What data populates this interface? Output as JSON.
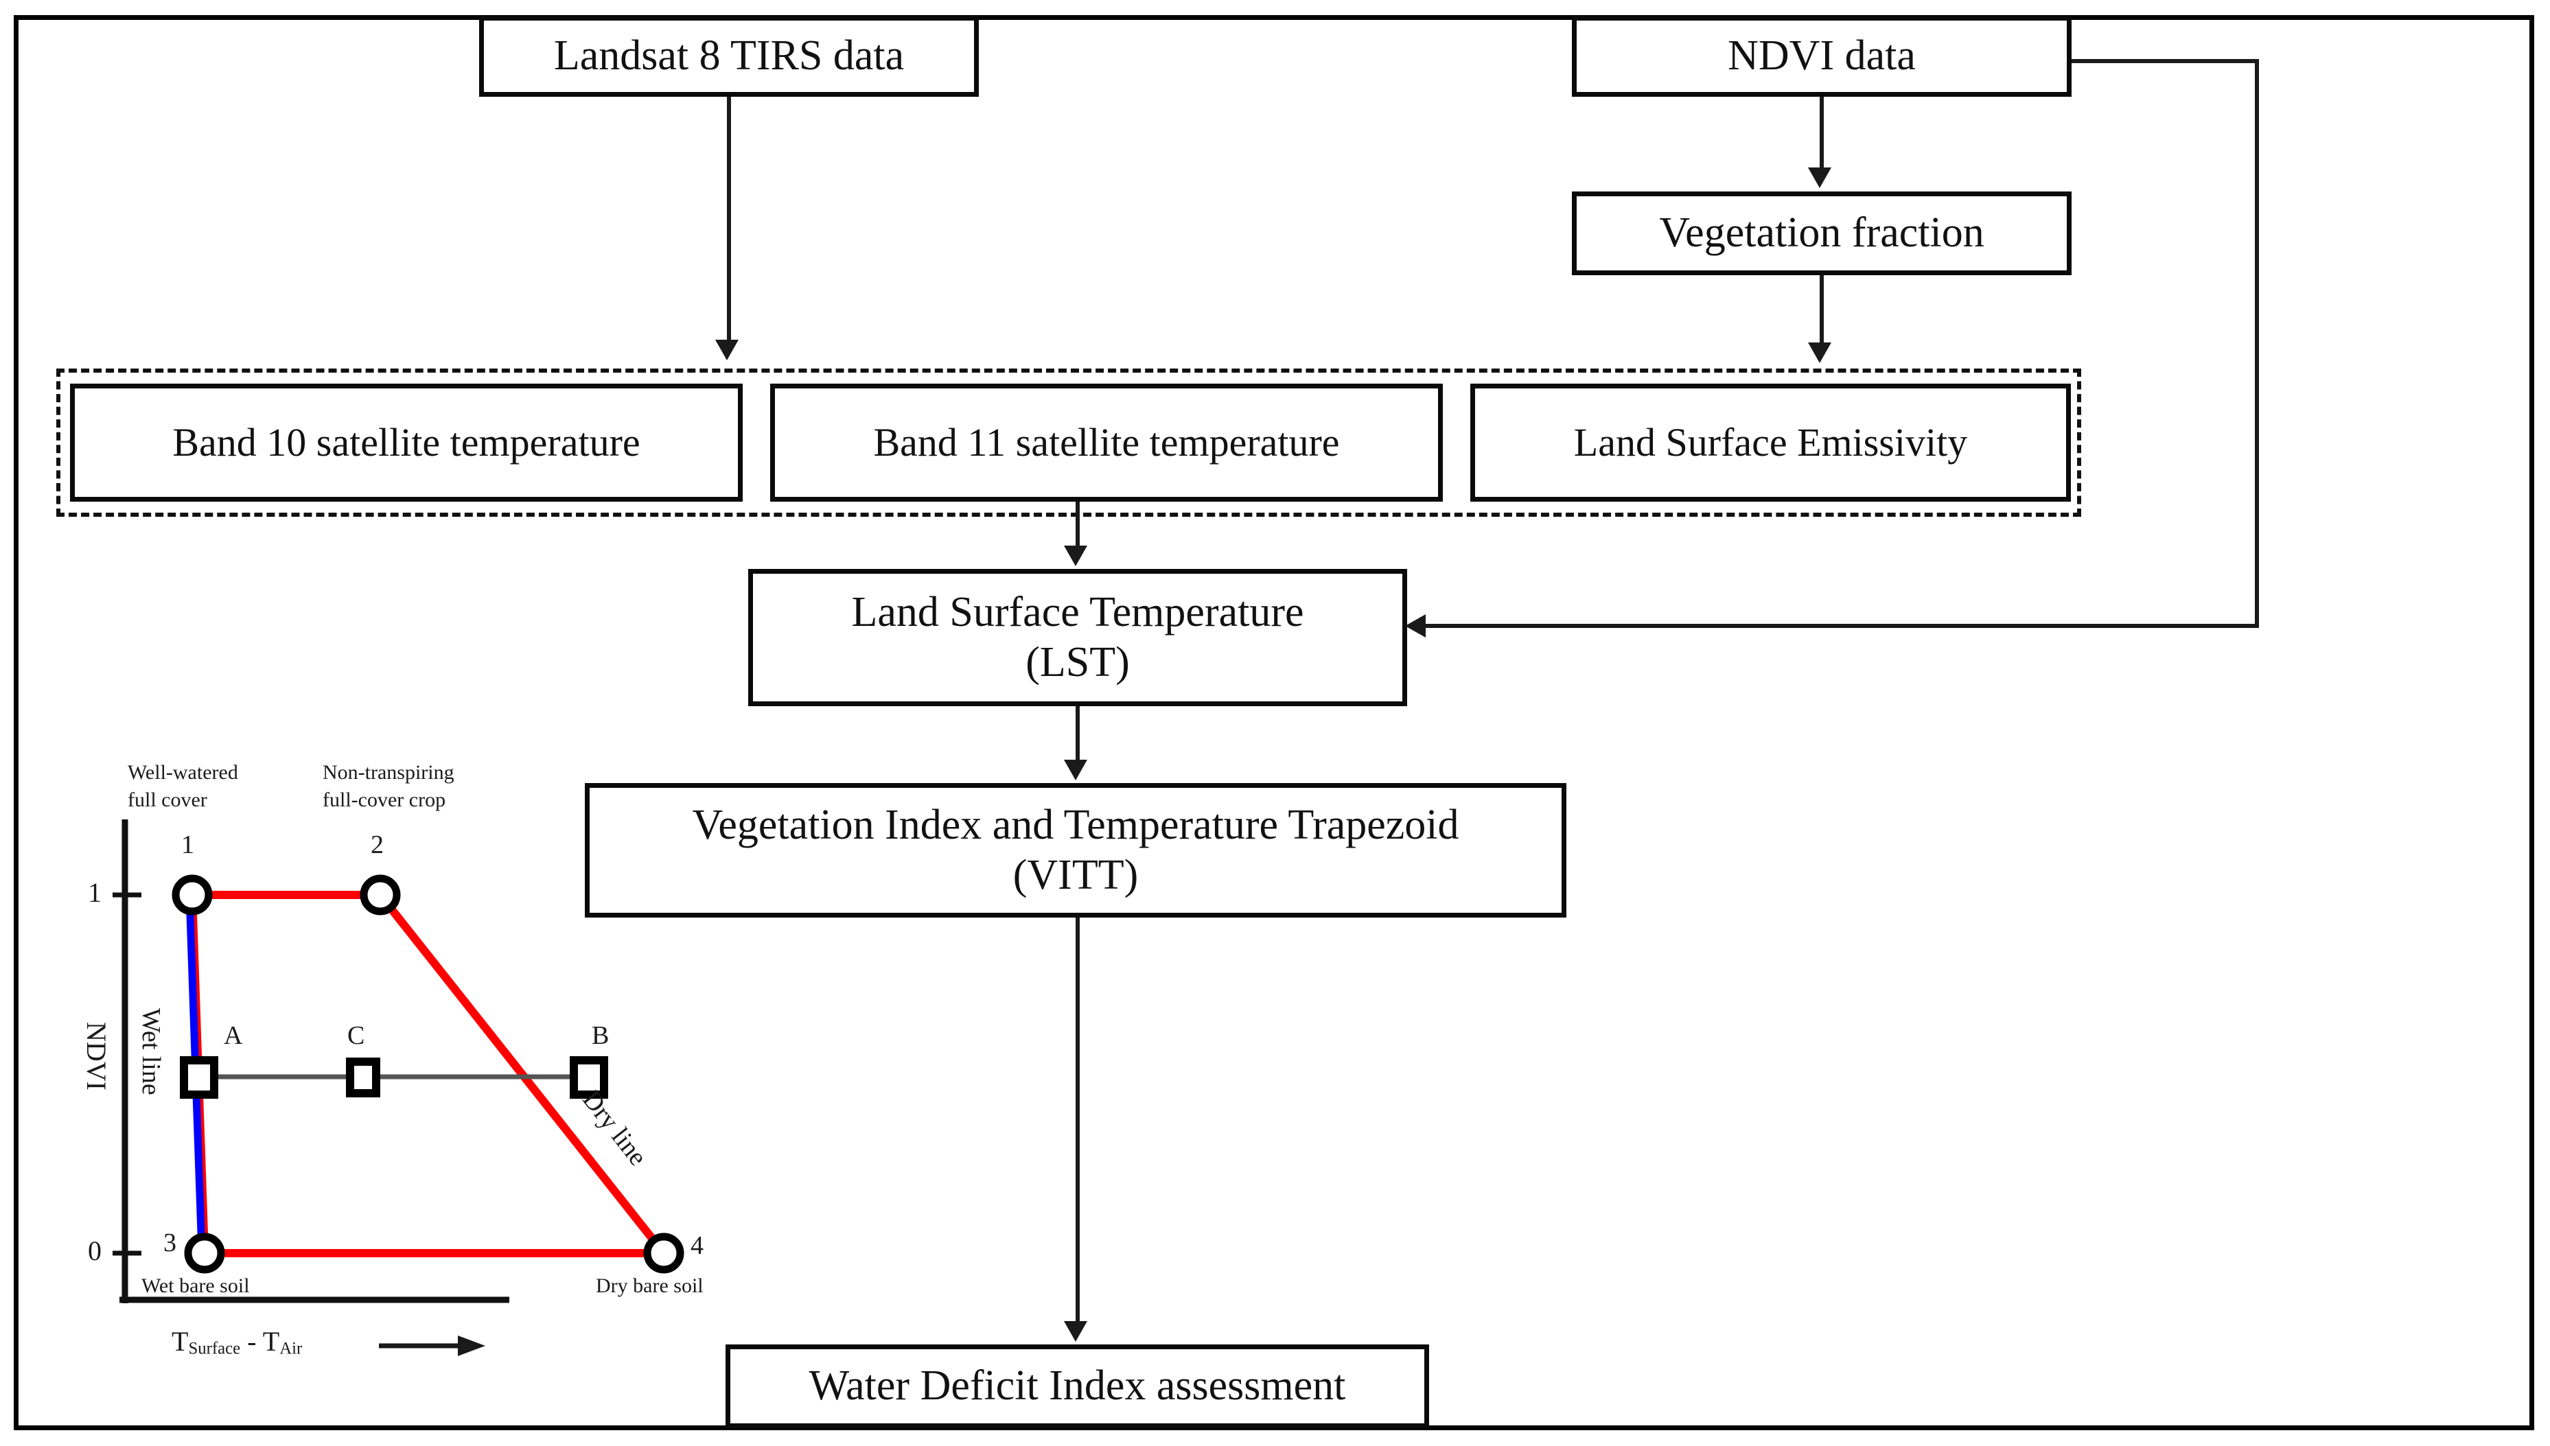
{
  "diagram": {
    "title": "Water Deficit Index workflow using Landsat 8 TIRS and NDVI",
    "nodes": {
      "landsat": "Landsat 8 TIRS data",
      "ndvi": "NDVI data",
      "veg_fraction": "Vegetation fraction",
      "band10": "Band 10 satellite temperature",
      "band11": "Band 11 satellite temperature",
      "emissivity": "Land Surface Emissivity",
      "lst_line1": "Land Surface Temperature",
      "lst_line2": "(LST)",
      "vitt_line1": "Vegetation Index and Temperature Trapezoid",
      "vitt_line2": "(VITT)",
      "wdi": "Water Deficit Index assessment"
    }
  },
  "chart_data": {
    "type": "scatter",
    "title": "",
    "xlabel_parts": {
      "t1": "T",
      "sub1": "Surface",
      "minus": " - ",
      "t2": "T",
      "sub2": "Air"
    },
    "ylabel": "NDVI",
    "yticks": [
      "1",
      "0"
    ],
    "ylim": [
      0,
      1
    ],
    "grid": false,
    "vertices": [
      {
        "id": "1",
        "label": "1",
        "x": 0.0,
        "y": 1.0,
        "caption": "Well-watered\nfull cover",
        "caption_line1": "Well-watered",
        "caption_line2": "full cover",
        "marker": "circle"
      },
      {
        "id": "2",
        "label": "2",
        "x": 0.41,
        "y": 1.0,
        "caption_line1": "Non-transpiring",
        "caption_line2": "full-cover crop",
        "marker": "circle"
      },
      {
        "id": "3",
        "label": "3",
        "x": 0.03,
        "y": 0.0,
        "caption_line1": "Wet bare soil",
        "marker": "circle"
      },
      {
        "id": "4",
        "label": "4",
        "x": 1.0,
        "y": 0.0,
        "caption_line1": "Dry bare soil",
        "marker": "circle"
      }
    ],
    "interior_points": [
      {
        "label": "A",
        "x": 0.03,
        "y": 0.4,
        "marker": "square"
      },
      {
        "label": "C",
        "x": 0.37,
        "y": 0.4,
        "marker": "square"
      },
      {
        "label": "B",
        "x": 0.7,
        "y": 0.4,
        "marker": "square"
      }
    ],
    "lines": [
      {
        "name": "Dry line",
        "label": "Dry line",
        "color": "#ff0000",
        "from": "2",
        "to": "4"
      },
      {
        "name": "Wet line",
        "label": "Wet line",
        "color": "#0000ff",
        "from": "1",
        "to": "3"
      },
      {
        "name": "top edge",
        "label": "",
        "color": "#ff0000",
        "from": "1",
        "to": "2"
      },
      {
        "name": "bottom edge",
        "label": "",
        "color": "#ff0000",
        "from": "3",
        "to": "4"
      },
      {
        "name": "A-B chord",
        "label": "",
        "color": "#555555",
        "from": "A",
        "to": "B"
      }
    ],
    "colors": {
      "dry": "#ff0000",
      "wet": "#0000ff",
      "chord": "#555555",
      "axis": "#111111"
    }
  }
}
